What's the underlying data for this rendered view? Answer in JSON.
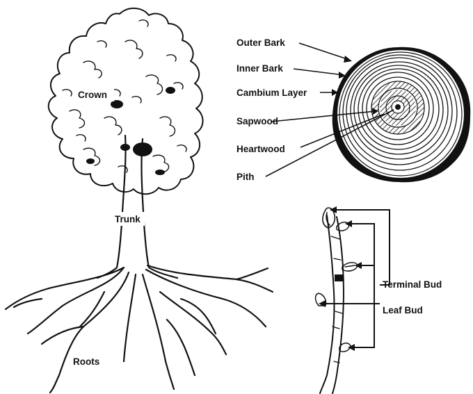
{
  "tree": {
    "crown_label": "Crown",
    "trunk_label": "Trunk",
    "roots_label": "Roots"
  },
  "cross_section": {
    "labels": {
      "outer_bark": "Outer Bark",
      "inner_bark": "Inner Bark",
      "cambium": "Cambium Layer",
      "sapwood": "Sapwood",
      "heartwood": "Heartwood",
      "pith": "Pith"
    }
  },
  "twig": {
    "terminal_bud_label": "Terminal Bud",
    "leaf_bud_label": "Leaf Bud"
  },
  "colors": {
    "ink": "#111111",
    "background": "#ffffff"
  }
}
